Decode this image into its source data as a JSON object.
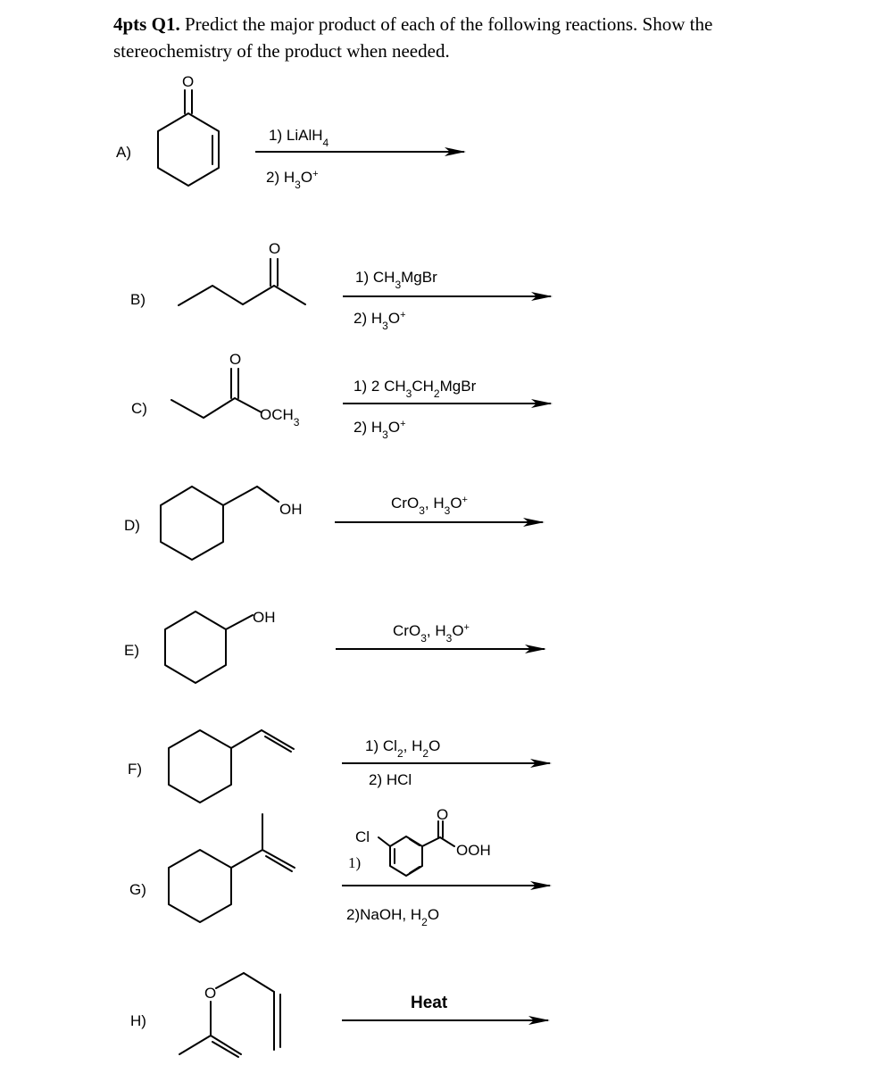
{
  "question": {
    "points": "4pts",
    "number": "Q1.",
    "prompt": "Predict the major product of each of the following reactions. Show the stereochemistry of the product when needed."
  },
  "reactions": [
    {
      "label": "A)",
      "reagents": [
        "1) LiAlH4",
        "2) H3O+"
      ]
    },
    {
      "label": "B)",
      "reagents": [
        "1) CH3MgBr",
        "2) H3O+"
      ]
    },
    {
      "label": "C)",
      "reagents": [
        "1) 2 CH3CH2MgBr",
        "2) H3O+"
      ],
      "substituent": "OCH3"
    },
    {
      "label": "D)",
      "reagents": [
        "CrO3, H3O+"
      ],
      "substituent": "OH"
    },
    {
      "label": "E)",
      "reagents": [
        "CrO3, H3O+"
      ],
      "substituent": "OH"
    },
    {
      "label": "F)",
      "reagents": [
        "1) Cl2, H2O",
        "2) HCl"
      ]
    },
    {
      "label": "G)",
      "reagents": [
        "1)",
        "2)NaOH, H2O"
      ],
      "reagent_structure": "mCPBA",
      "reagent_atoms": [
        "Cl",
        "OOH",
        "O"
      ]
    },
    {
      "label": "H)",
      "reagents": [
        "Heat"
      ],
      "atoms": [
        "O"
      ]
    }
  ],
  "atoms": {
    "oxygen": "O"
  }
}
